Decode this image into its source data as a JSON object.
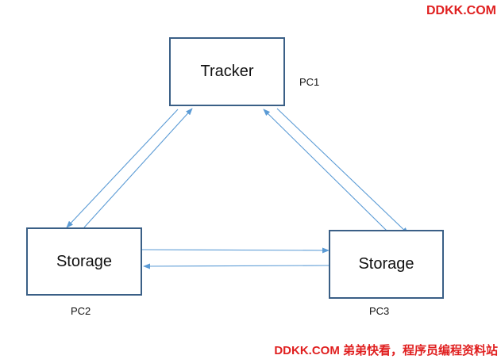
{
  "nodes": {
    "tracker": "Tracker",
    "storage_left": "Storage",
    "storage_right": "Storage"
  },
  "labels": {
    "pc1": "PC1",
    "pc2": "PC2",
    "pc3": "PC3"
  },
  "watermark": {
    "top": "DDKK.COM",
    "bottom": "DDKK.COM 弟弟快看，程序员编程资料站"
  },
  "colors": {
    "node_border": "#3a5f86",
    "connector": "#5b9bd5",
    "watermark": "#e02020"
  }
}
